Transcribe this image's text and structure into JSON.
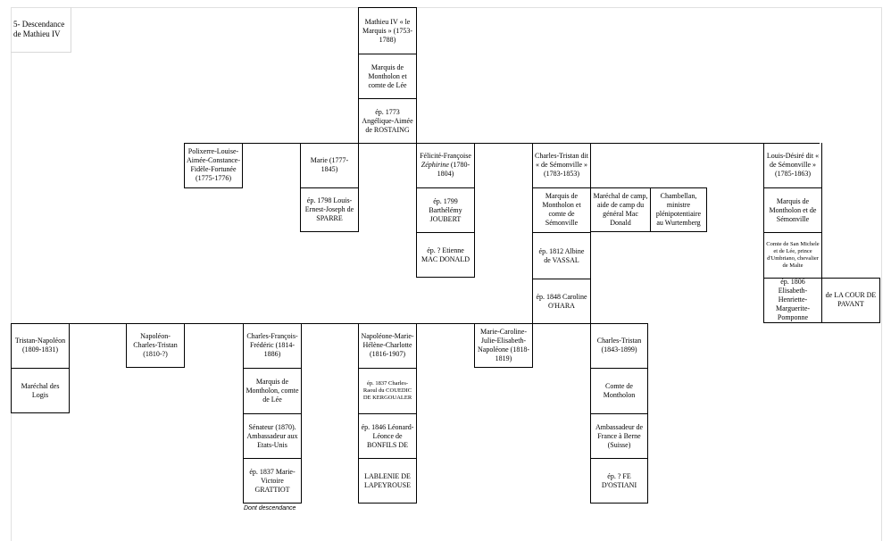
{
  "title": "5- Descendance de Mathieu IV",
  "gen1": {
    "name": "Mathieu IV « le Marquis » (1753-1788)",
    "title": "Marquis de Montholon et comte de Lée",
    "spouse": "ép. 1773 Angélique-Aimée de ROSTAING"
  },
  "gen2": {
    "polixerre": "Polixerre-Louise-Aimée-Constance-Fidèle-Fortunée (1775-1776)",
    "marie_name": "Marie (1777-1845)",
    "marie_spouse": "ép. 1798 Louis-Ernest-Joseph de SPARRE",
    "felicite_prefix": "Félicité-Françoise",
    "felicite_italic": "Zéphirine",
    "felicite_dates": "(1780-1804)",
    "felicite_spouse1": "ép. 1799 Barthélémy JOUBERT",
    "felicite_spouse2": "ép. ? Etienne MAC DONALD",
    "charles_name": "Charles-Tristan dit « de Sémonville » (1783-1853)",
    "charles_title": "Marquis de Montholon et comte de Sémonville",
    "charles_spouse1": "ép. 1812 Albine de VASSAL",
    "charles_spouse2": "ép. 1848 Caroline O'HARA",
    "charles_role1": "Maréchal de camp, aide de camp du général Mac Donald",
    "charles_role2": "Chambellan, ministre plénipotentiaire au Wurtemberg",
    "louis_name": "Louis-Désiré dit « de Sémonville » (1785-1863)",
    "louis_title": "Marquis de Montholon et de Sémonville",
    "louis_title2": "Comte de San Michele et de Lée, prince d'Umbriano, chevalier de Malte",
    "louis_spouse": "ép. 1806 Elisabeth-Henriette-Marguerite-Pomponne",
    "louis_spouse_family": "de LA COUR DE PAVANT"
  },
  "gen3": {
    "tristan_name": "Tristan-Napoléon (1809-1831)",
    "tristan_title": "Maréchal des Logis",
    "napoleon_ct": "Napoléon-Charles-Tristan (1810-?)",
    "charles_ff_name": "Charles-François-Frédéric (1814-1886)",
    "charles_ff_title": "Marquis de Montholon, comte de Lée",
    "charles_ff_role": "Sénateur (1870). Ambassadeur aux Etats-Unis",
    "charles_ff_spouse": "ép. 1837 Marie-Victoire GRATTIOT",
    "charles_ff_note": "Dont descendance",
    "napoleone_name": "Napoléone-Marie-Hélène-Charlotte (1816-1907)",
    "napoleone_spouse1": "ép. 1837 Charles-Raoul du COUEDIC DE KERGOUALER",
    "napoleone_spouse2": "ép. 1846 Léonard-Léonce de BONFILS DE",
    "napoleone_spouse2b": "LABLENIE DE LAPEYROUSE",
    "marie_caroline": "Marie-Caroline-Julie-Elisabeth-Napoléone (1818-1819)",
    "charles_t_name": "Charles-Tristan (1843-1899)",
    "charles_t_title": "Comte de Montholon",
    "charles_t_role": "Ambassadeur de France à Berne (Suisse)",
    "charles_t_spouse": "ép. ? FE D'OSTIANI"
  }
}
